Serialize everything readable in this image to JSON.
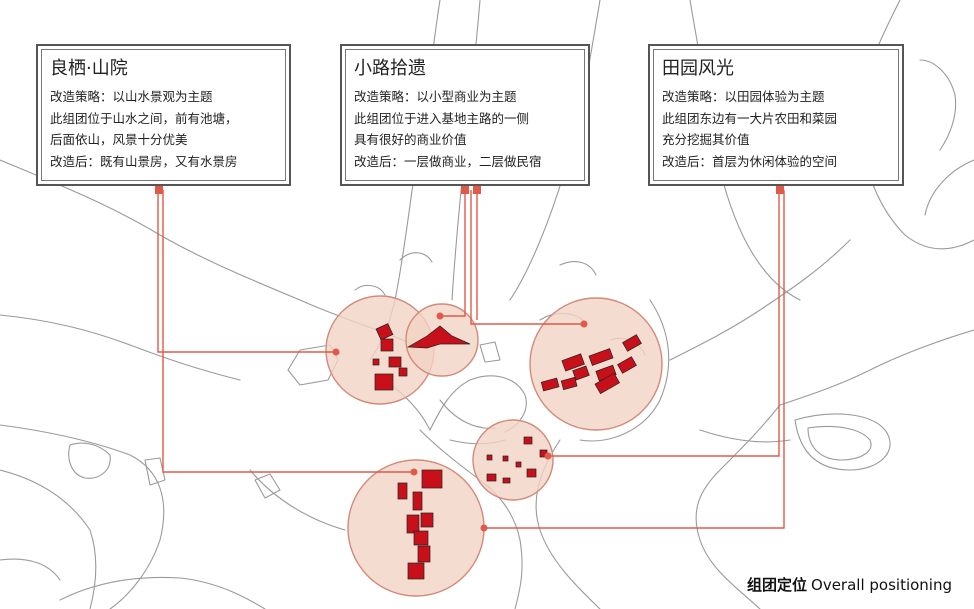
{
  "cards": [
    {
      "title": "良栖·山院",
      "lines": [
        "改造策略：以山水景观为主题",
        "此组团位于山水之间，前有池塘，",
        "后面依山，风景十分优美",
        "改造后：既有山景房，又有水景房"
      ]
    },
    {
      "title": "小路拾遗",
      "lines": [
        "改造策略：以小型商业为主题",
        "此组团位于进入基地主路的一侧",
        "具有很好的商业价值",
        "改造后：一层做商业，二层做民宿"
      ]
    },
    {
      "title": "田园风光",
      "lines": [
        "改造策略：以田园体验为主题",
        "此组团东边有一大片农田和菜园",
        "充分挖掘其价值",
        "改造后：首层为休闲体验的空间"
      ]
    }
  ],
  "caption": {
    "cn": "组团定位",
    "en": "Overall positioning"
  },
  "colors": {
    "leader": "#e05a4a",
    "building": "#c8101a",
    "circle_fill": "#f2d3c4",
    "circle_stroke": "#d28a78",
    "map_line": "#9a9a9a"
  }
}
